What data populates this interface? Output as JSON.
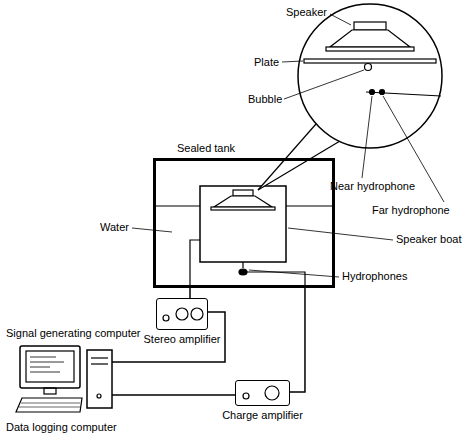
{
  "diagram": {
    "nodes": [
      {
        "text": [
          "Sealed tank"
        ]
      },
      {
        "text": [
          "Signal generating computer",
          "Data logging computer"
        ]
      },
      {
        "text": [
          "Stereo amplifier"
        ]
      },
      {
        "text": [
          "Charge amplifier"
        ]
      }
    ],
    "edges": [
      {
        "from": 1,
        "to": 2,
        "arrow": "none"
      },
      {
        "from": 2,
        "to": 0,
        "arrow": "none"
      },
      {
        "from": 0,
        "to": 3,
        "arrow": "none"
      },
      {
        "from": 3,
        "to": 1,
        "arrow": "none"
      }
    ],
    "labels": [
      "Speaker",
      "Plate",
      "Bubble",
      "Near hydrophone",
      "Far hydrophone",
      "Water",
      "Speaker boat",
      "Hydrophones"
    ]
  }
}
